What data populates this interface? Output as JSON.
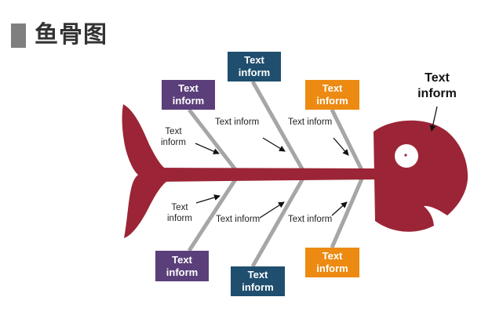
{
  "title": "鱼骨图",
  "head_label": {
    "line1": "Text",
    "line2": "inform"
  },
  "boxes": [
    {
      "line1": "Text",
      "line2": "inform",
      "color": "#5b3f7a"
    },
    {
      "line1": "Text",
      "line2": "inform",
      "color": "#1f4e6e"
    },
    {
      "line1": "Text",
      "line2": "inform",
      "color": "#ec8a12"
    },
    {
      "line1": "Text",
      "line2": "inform",
      "color": "#5b3f7a"
    },
    {
      "line1": "Text",
      "line2": "inform",
      "color": "#1f4e6e"
    },
    {
      "line1": "Text",
      "line2": "inform",
      "color": "#ec8a12"
    }
  ],
  "labels": [
    {
      "text": "Text\ninform"
    },
    {
      "text": "Text inform"
    },
    {
      "text": "Text inform"
    },
    {
      "text": "Text\ninform"
    },
    {
      "text": "Text inform"
    },
    {
      "text": "Text inform"
    }
  ],
  "colors": {
    "fish": "#9b2536",
    "bone": "#a6a6a6",
    "title_bar": "#7f7f7f"
  }
}
